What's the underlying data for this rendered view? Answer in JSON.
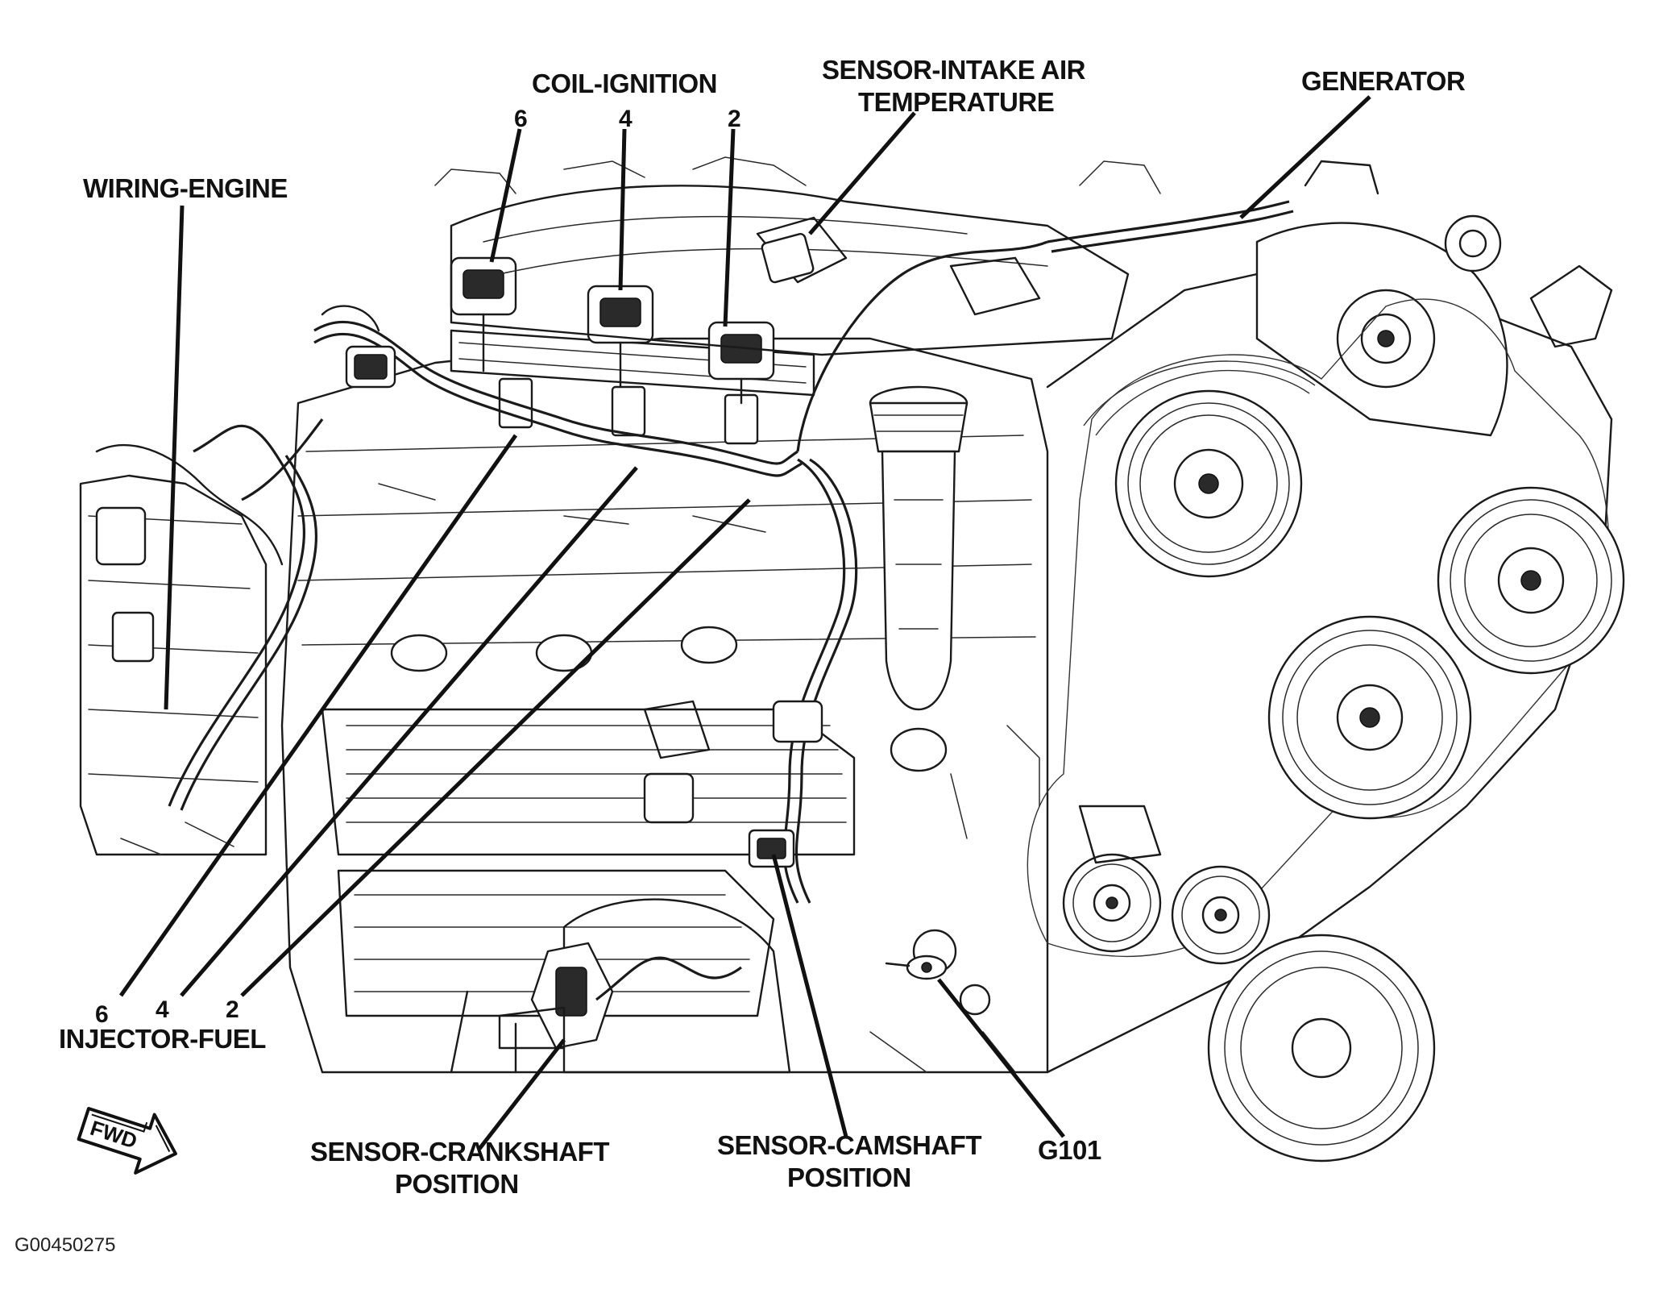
{
  "labels": {
    "coil_ignition": "COIL-IGNITION",
    "coil_num_6": "6",
    "coil_num_4": "4",
    "coil_num_2": "2",
    "sensor_iat_line1": "SENSOR-INTAKE AIR",
    "sensor_iat_line2": "TEMPERATURE",
    "generator": "GENERATOR",
    "wiring_engine": "WIRING-ENGINE",
    "injector_num_6": "6",
    "injector_num_4": "4",
    "injector_num_2": "2",
    "injector_fuel": "INJECTOR-FUEL",
    "sensor_ckp_line1": "SENSOR-CRANKSHAFT",
    "sensor_ckp_line2": "POSITION",
    "sensor_cmp_line1": "SENSOR-CAMSHAFT",
    "sensor_cmp_line2": "POSITION",
    "g101": "G101",
    "fwd": "FWD",
    "figure_id": "G00450275"
  },
  "icons": {
    "fwd_arrow": "fwd-arrow-icon"
  }
}
